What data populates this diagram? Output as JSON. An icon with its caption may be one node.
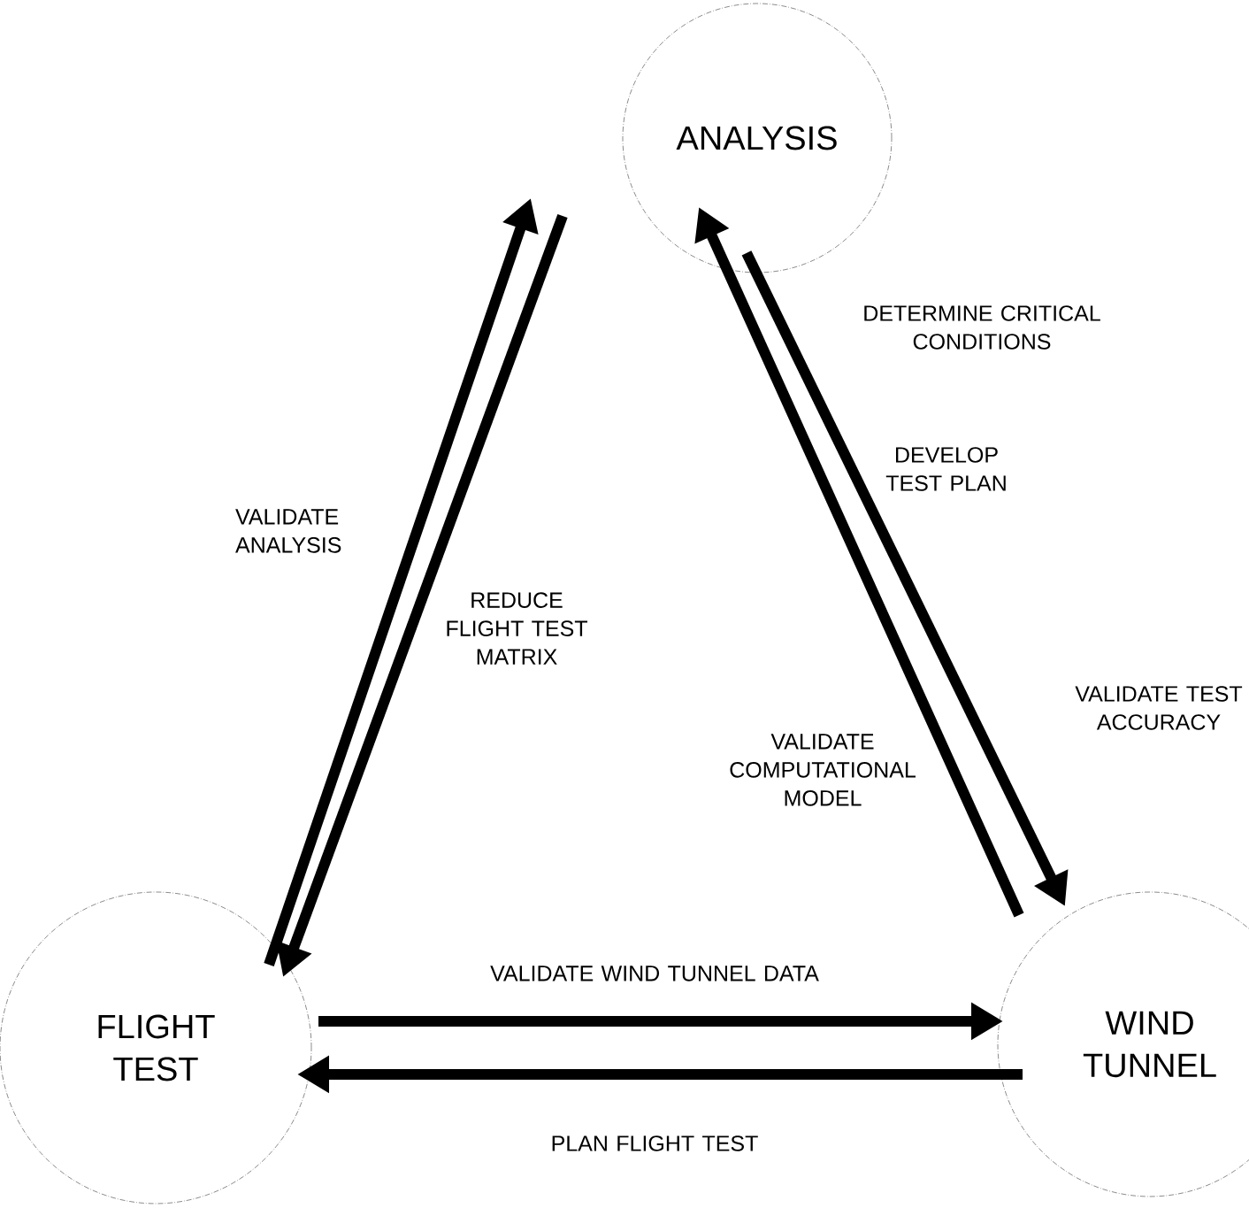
{
  "diagram": {
    "nodes": [
      {
        "text": [
          "ANALYSIS"
        ]
      },
      {
        "text": [
          "FLIGHT TEST"
        ]
      },
      {
        "text": [
          "WIND TUNNEL"
        ]
      }
    ],
    "edges": [
      {
        "from": 1,
        "to": 0,
        "arrow": "to",
        "label": "VALIDATE ANALYSIS"
      },
      {
        "from": 0,
        "to": 1,
        "arrow": "to",
        "label": "REDUCE FLIGHT TEST MATRIX"
      },
      {
        "from": 0,
        "to": 2,
        "arrow": "to",
        "label": "DEVELOP TEST PLAN"
      },
      {
        "from": 2,
        "to": 0,
        "arrow": "to",
        "label": "VALIDATE COMPUTATIONAL MODEL"
      },
      {
        "from": 1,
        "to": 2,
        "arrow": "to",
        "label": "VALIDATE WIND TUNNEL DATA"
      },
      {
        "from": 2,
        "to": 1,
        "arrow": "to",
        "label": "PLAN FLIGHT TEST"
      }
    ],
    "labels": [
      "DETERMINE CRITICAL CONDITIONS",
      "VALIDATE TEST ACCURACY"
    ]
  }
}
